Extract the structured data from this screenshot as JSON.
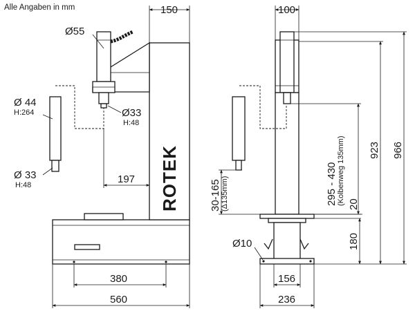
{
  "header": {
    "note": "Alle Angaben in mm"
  },
  "logo": {
    "text": "ROTEK"
  },
  "side_view": {
    "d_150": "150",
    "d_55": "Ø55",
    "d_44": "Ø 44",
    "h_264": "H:264",
    "d_33_upper": "Ø33",
    "h_48_upper": "H:48",
    "d_33_lower": "Ø 33",
    "h_48_lower": "H:48",
    "d_197": "197",
    "d_380": "380",
    "d_560": "560"
  },
  "front_view": {
    "d_100": "100",
    "d_923": "923",
    "d_966": "966",
    "d_stroke": "295 - 430",
    "d_stroke_note": "(Kolbenweg 135mm)",
    "d_20": "20",
    "d_adj": "30-165",
    "d_adj_note": "(Δ135mm)",
    "d_180": "180",
    "d_10": "Ø10",
    "d_156": "156",
    "d_236": "236"
  }
}
